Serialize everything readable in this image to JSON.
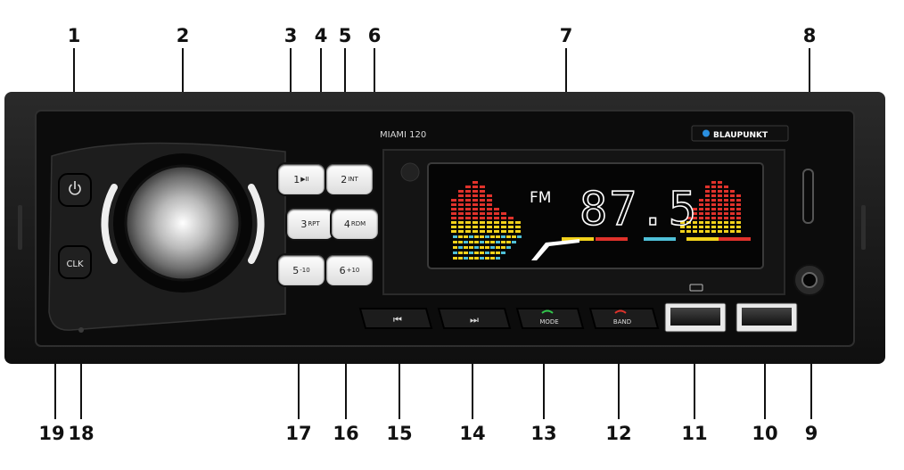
{
  "callouts": {
    "top": [
      "1",
      "2",
      "3",
      "4",
      "5",
      "6",
      "7",
      "8"
    ],
    "bottom": [
      "19",
      "18",
      "17",
      "16",
      "15",
      "14",
      "13",
      "12",
      "11",
      "10",
      "9"
    ]
  },
  "device": {
    "model": "MIAMI 120",
    "brand": "BLAUPUNKT",
    "display": {
      "band": "FM",
      "frequency": "87.5"
    },
    "buttons": {
      "b1": {
        "num": "1",
        "sub": "▶II"
      },
      "b2": {
        "num": "2",
        "sub": "INT"
      },
      "b3": {
        "num": "3",
        "sub": "RPT"
      },
      "b4": {
        "num": "4",
        "sub": "RDM"
      },
      "b5": {
        "num": "5",
        "sub": "-10"
      },
      "b6": {
        "num": "6",
        "sub": "+10"
      },
      "clk": "CLK",
      "mode": "MODE",
      "band": "BAND"
    }
  },
  "colors": {
    "eq_red": "#e0322b",
    "eq_yellow": "#f3d21b",
    "eq_cyan": "#4fc0d8",
    "display_bg": "#050505",
    "body": "#161616"
  }
}
